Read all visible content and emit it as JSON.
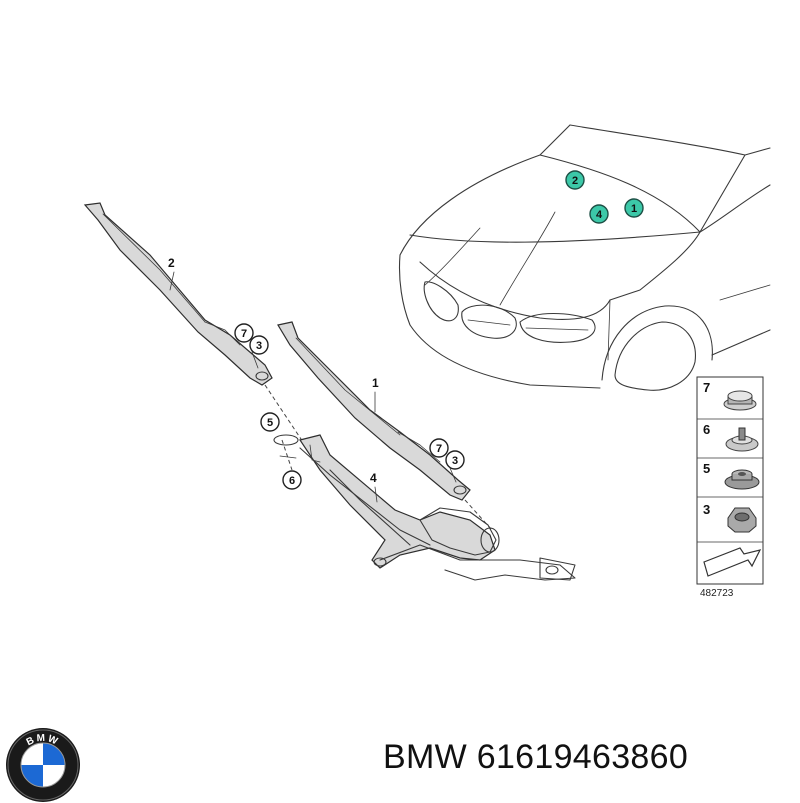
{
  "caption": {
    "brand": "BMW",
    "part_number": "61619463860"
  },
  "logo": {
    "icon": "bmw-roundel-icon",
    "letters": "BMW",
    "colors": {
      "ring": "#1a1a1a",
      "blue": "#1c69d4",
      "white": "#ffffff"
    }
  },
  "diagram": {
    "id_label": "482723",
    "callouts": {
      "wiper_arm_right": "1",
      "wiper_arm_left": "2",
      "nut_left": "3",
      "cap_left": "7",
      "nut_right": "3",
      "cap_right": "7",
      "linkage": "4",
      "washer_upper": "5",
      "washer_lower": "6"
    },
    "car_markers": [
      {
        "label": "2",
        "color": "#3cc8a8"
      },
      {
        "label": "1",
        "color": "#3cc8a8"
      },
      {
        "label": "4",
        "color": "#3cc8a8"
      }
    ],
    "legend": [
      {
        "label": "7",
        "icon": "cap-nut-icon"
      },
      {
        "label": "6",
        "icon": "stud-bushing-icon"
      },
      {
        "label": "5",
        "icon": "rubber-grommet-icon"
      },
      {
        "label": "3",
        "icon": "hex-nut-icon"
      }
    ]
  }
}
